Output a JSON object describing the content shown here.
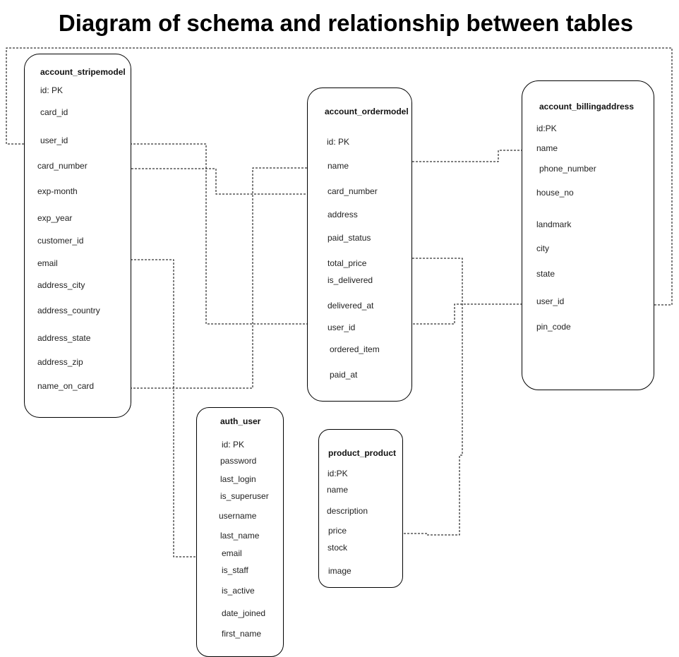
{
  "diagram": {
    "title": "Diagram of schema and relationship between tables",
    "tables": {
      "stripe": {
        "name": "account_stripemodel",
        "fields": [
          "id: PK",
          "card_id",
          "user_id",
          "card_number",
          "exp-month",
          "exp_year",
          "customer_id",
          "email",
          "address_city",
          "address_country",
          "address_state",
          "address_zip",
          "name_on_card"
        ]
      },
      "order": {
        "name": "account_ordermodel",
        "fields": [
          "id: PK",
          "name",
          "card_number",
          "address",
          "paid_status",
          "total_price",
          "is_delivered",
          "delivered_at",
          "user_id",
          "ordered_item",
          "paid_at"
        ]
      },
      "billing": {
        "name": "account_billingaddress",
        "fields": [
          "id:PK",
          "name",
          "phone_number",
          "house_no",
          "landmark",
          "city",
          "state",
          "user_id",
          "pin_code"
        ]
      },
      "auth": {
        "name": "auth_user",
        "fields": [
          "id: PK",
          "password",
          "last_login",
          "is_superuser",
          "username",
          "last_name",
          "email",
          "is_staff",
          "is_active",
          "date_joined",
          "first_name"
        ]
      },
      "product": {
        "name": "product_product",
        "fields": [
          "id:PK",
          "name",
          "description",
          "price",
          "stock",
          "image"
        ]
      }
    },
    "relationships": [
      {
        "from": "account_billingaddress.user_id",
        "to": "account_stripemodel.user_id"
      },
      {
        "from": "account_stripemodel.user_id",
        "to": "account_ordermodel.user_id"
      },
      {
        "from": "account_stripemodel.card_number",
        "to": "account_ordermodel.card_number"
      },
      {
        "from": "account_stripemodel.name_on_card",
        "to": "account_ordermodel.name"
      },
      {
        "from": "account_stripemodel.email",
        "to": "auth_user.email"
      },
      {
        "from": "account_ordermodel.name",
        "to": "account_billingaddress.name"
      },
      {
        "from": "account_ordermodel.user_id",
        "to": "account_billingaddress.user_id"
      },
      {
        "from": "account_ordermodel.total_price",
        "to": "product_product.price"
      }
    ]
  }
}
